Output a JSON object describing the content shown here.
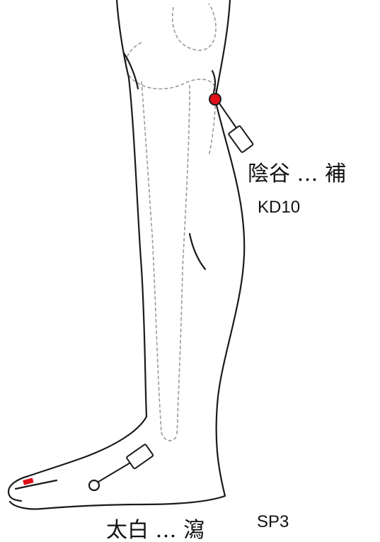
{
  "points": [
    {
      "name": "陰谷…補",
      "code": "KD10",
      "label": "陰谷 … 補"
    },
    {
      "name": "太白…瀉",
      "code": "SP3",
      "label": "太白 … 瀉"
    }
  ],
  "colors": {
    "outline": "#1a1a1a",
    "bone": "#9a9a9a",
    "point_red": "#e0101a",
    "background": "#ffffff"
  }
}
